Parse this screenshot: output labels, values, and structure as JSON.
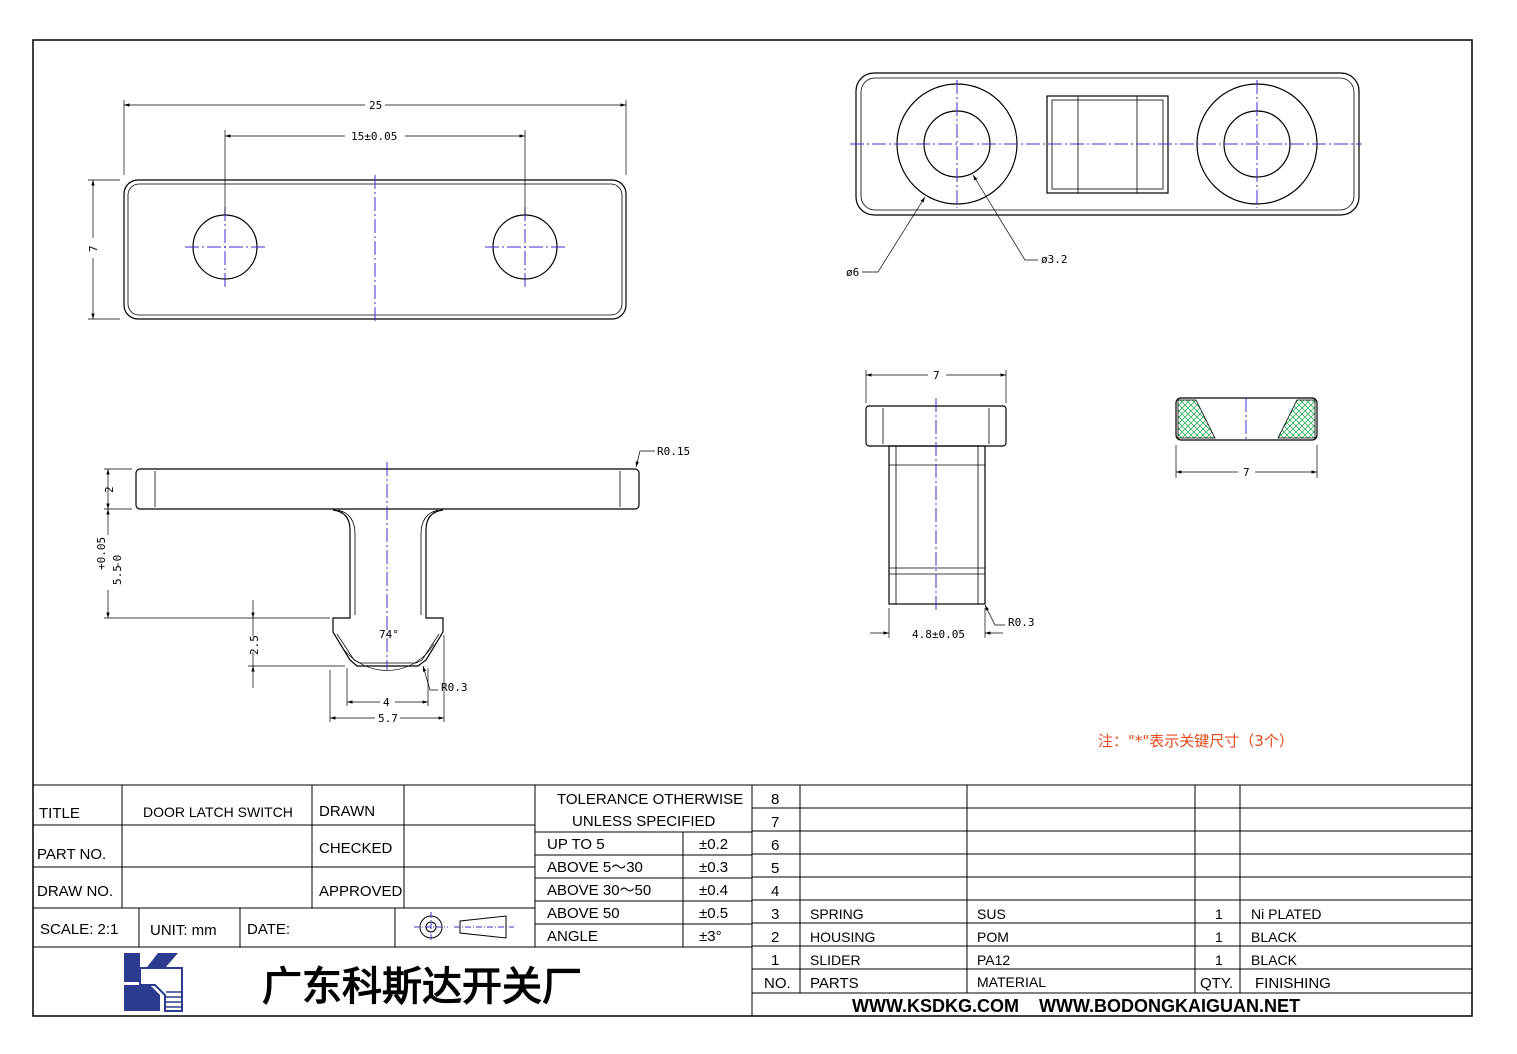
{
  "drawing": {
    "top_view": {
      "dim_width": "25",
      "dim_hole_spacing": "15±0.05",
      "dim_height": "7"
    },
    "side_view": {
      "dim_radius_top": "R0.15",
      "dim_thickness": "2",
      "dim_depth": "5.5",
      "dim_depth_tol_upper": "+0.05",
      "dim_depth_tol_lower": "-0",
      "dim_lip": "2.5",
      "dim_angle": "74°",
      "dim_inner": "4",
      "dim_outer": "5.7",
      "dim_radius_bottom": "R0.3"
    },
    "plan_view": {
      "dim_outer_dia": "ø6",
      "dim_inner_dia": "ø3.2"
    },
    "end_view": {
      "dim_head": "7",
      "dim_stem": "4.8±0.05",
      "dim_radius": "R0.3"
    },
    "section_view": {
      "dim_width": "7"
    },
    "note": "注：\"*\"表示关键尺寸（3个）"
  },
  "title_block": {
    "title_label": "TITLE",
    "title_value": "DOOR LATCH SWITCH",
    "part_no_label": "PART NO.",
    "draw_no_label": "DRAW NO.",
    "drawn_label": "DRAWN",
    "checked_label": "CHECKED",
    "approved_label": "APPROVED",
    "scale": "SCALE: 2:1",
    "unit": "UNIT: mm",
    "date": "DATE:",
    "company": "广东科斯达开关厂",
    "urls": "WWW.KSDKG.COM    WWW.BODONGKAIGUAN.NET"
  },
  "tolerance": {
    "header_line1": "TOLERANCE OTHERWISE",
    "header_line2": "UNLESS SPECIFIED",
    "rows": [
      {
        "range": "UP TO 5",
        "value": "±0.2"
      },
      {
        "range": "ABOVE 5～30",
        "value": "±0.3"
      },
      {
        "range": "ABOVE 30～50",
        "value": "±0.4"
      },
      {
        "range": "ABOVE 50",
        "value": "±0.5"
      },
      {
        "range": "ANGLE",
        "value": "±3°"
      }
    ]
  },
  "bom": {
    "rows": [
      {
        "no": "8",
        "part": "",
        "material": "",
        "qty": "",
        "finishing": ""
      },
      {
        "no": "7",
        "part": "",
        "material": "",
        "qty": "",
        "finishing": ""
      },
      {
        "no": "6",
        "part": "",
        "material": "",
        "qty": "",
        "finishing": ""
      },
      {
        "no": "5",
        "part": "",
        "material": "",
        "qty": "",
        "finishing": ""
      },
      {
        "no": "4",
        "part": "",
        "material": "",
        "qty": "",
        "finishing": ""
      },
      {
        "no": "3",
        "part": "SPRING",
        "material": "SUS",
        "qty": "1",
        "finishing": "Ni PLATED"
      },
      {
        "no": "2",
        "part": "HOUSING",
        "material": "POM",
        "qty": "1",
        "finishing": "BLACK"
      },
      {
        "no": "1",
        "part": "SLIDER",
        "material": "PA12",
        "qty": "1",
        "finishing": "BLACK"
      }
    ],
    "header": {
      "no": "NO.",
      "part": "PARTS",
      "material": "MATERIAL",
      "qty": "QTY.",
      "finishing": "FINISHING"
    }
  },
  "colors": {
    "centerline": "#3b2fc9",
    "note": "#e8491d",
    "hatch": "#2fae5a",
    "logo_blue": "#2c3a8f"
  }
}
